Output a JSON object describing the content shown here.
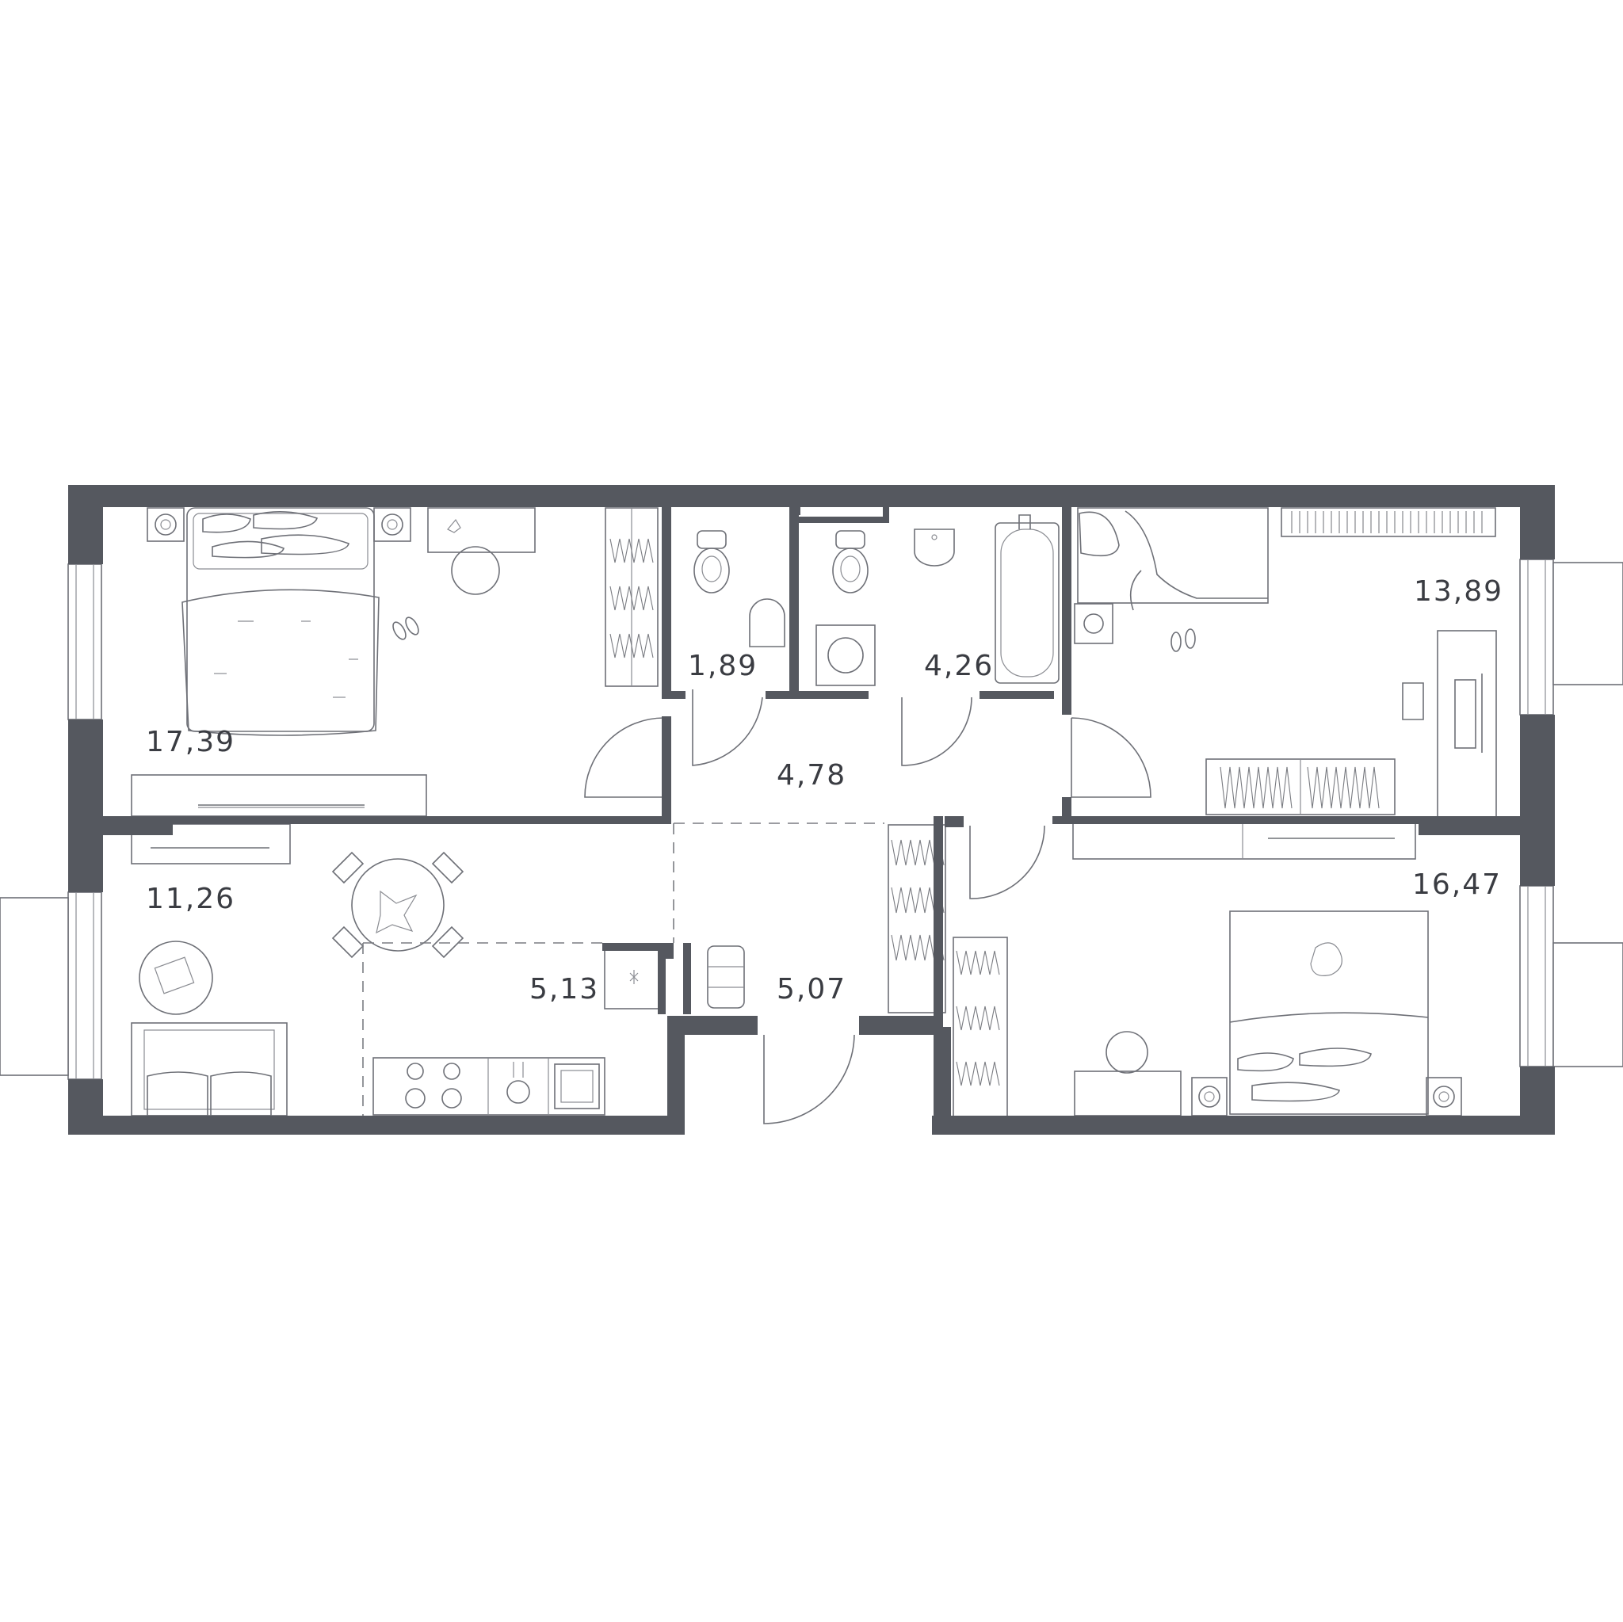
{
  "rooms": [
    {
      "id": "bedroom-large",
      "area": "17,39"
    },
    {
      "id": "wc",
      "area": "1,89"
    },
    {
      "id": "bathroom",
      "area": "4,26"
    },
    {
      "id": "bedroom-right-top",
      "area": "13,89"
    },
    {
      "id": "corridor",
      "area": "4,78"
    },
    {
      "id": "living-room",
      "area": "11,26"
    },
    {
      "id": "kitchen",
      "area": "5,13"
    },
    {
      "id": "hallway",
      "area": "5,07"
    },
    {
      "id": "bedroom-right-bottom",
      "area": "16,47"
    }
  ],
  "colors": {
    "wall": "#55585f",
    "line": "#6e7077",
    "label": "#3a3c42",
    "background": "#ffffff"
  }
}
